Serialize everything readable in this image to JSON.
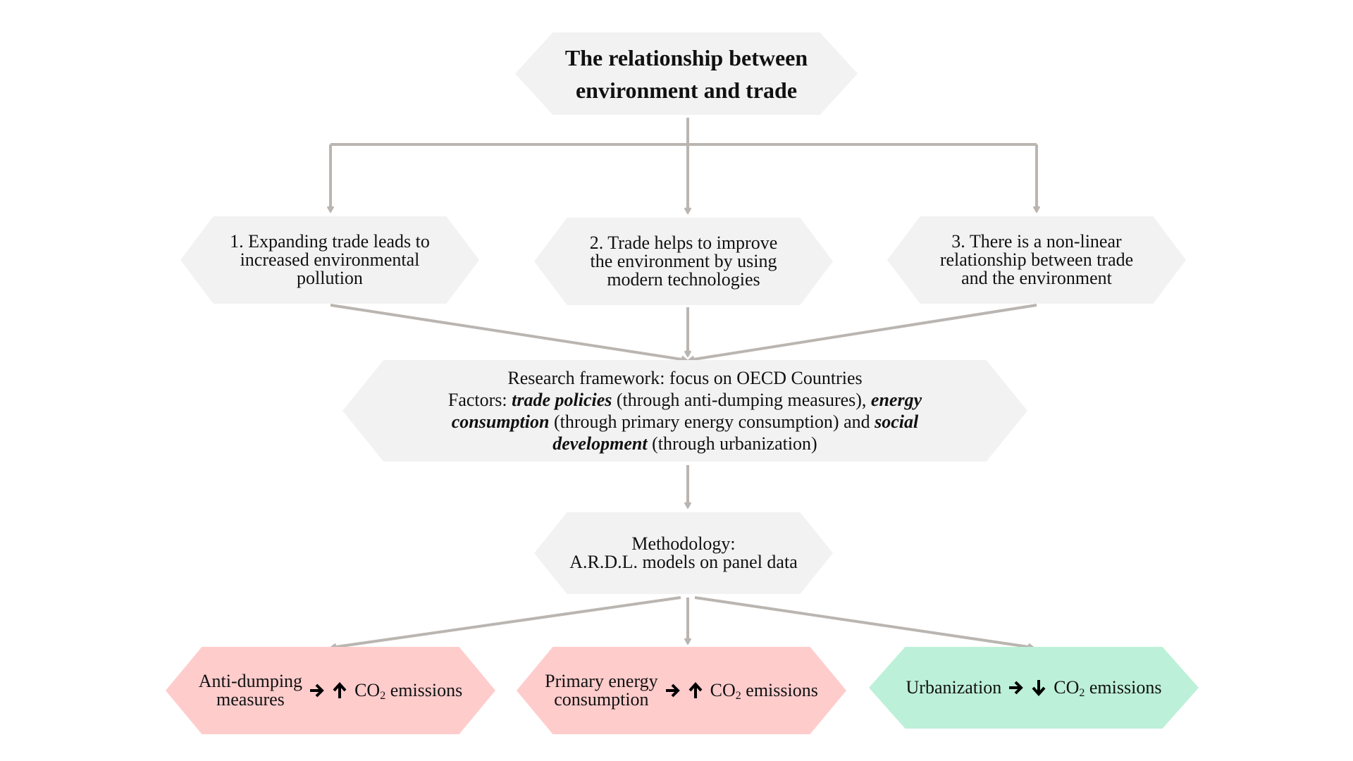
{
  "title": {
    "line1": "The relationship between",
    "line2": "environment and trade"
  },
  "hypotheses": [
    {
      "lines": [
        "1. Expanding trade leads to",
        "increased environmental",
        "pollution"
      ]
    },
    {
      "lines": [
        "2. Trade helps to improve",
        "the environment by using",
        "modern technologies"
      ]
    },
    {
      "lines": [
        "3. There is a non-linear",
        "relationship between trade",
        "and the environment"
      ]
    }
  ],
  "framework": {
    "line1": "Research framework: focus on OECD Countries",
    "factors_prefix": "Factors: ",
    "trade_policies": "trade policies",
    "trade_policies_detail": " (through anti-dumping measures), ",
    "energy": "energy",
    "consumption": "consumption",
    "energy_detail": " (through primary energy consumption) and ",
    "social": "social",
    "development": "development",
    "social_detail": " (through urbanization)"
  },
  "methodology": {
    "line1": "Methodology:",
    "line2": "A.R.D.L. models on panel data"
  },
  "results": [
    {
      "label_lines": [
        "Anti-dumping",
        "measures"
      ],
      "effect": "up",
      "co": "CO",
      "sub": "2",
      "emissions": " emissions",
      "color": "#ffcccc"
    },
    {
      "label_lines": [
        "Primary energy",
        "consumption"
      ],
      "effect": "up",
      "co": "CO",
      "sub": "2",
      "emissions": " emissions",
      "color": "#ffcccc"
    },
    {
      "label_lines": [
        "Urbanization"
      ],
      "effect": "down",
      "co": "CO",
      "sub": "2",
      "emissions": " emissions",
      "color": "#bdf0d8"
    }
  ],
  "colors": {
    "hex_fill": "#f2f2f2",
    "connector": "#bab5b0",
    "increase": "#ffcccc",
    "decrease": "#bdf0d8"
  },
  "icons": [
    "right-arrow-icon",
    "up-arrow-icon",
    "down-arrow-icon"
  ]
}
